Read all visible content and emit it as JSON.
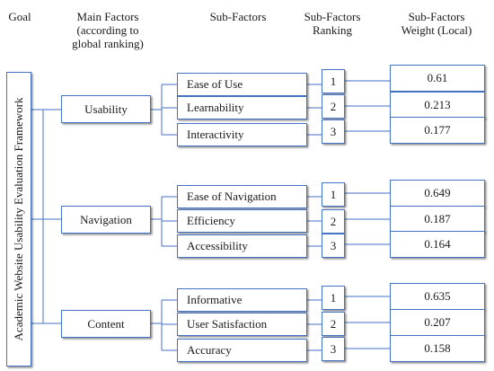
{
  "headers": {
    "goal": "Goal",
    "main_factors_1": "Main Factors",
    "main_factors_2": "(according to",
    "main_factors_3": "global ranking)",
    "sub_factors": "Sub-Factors",
    "ranking_1": "Sub-Factors",
    "ranking_2": "Ranking",
    "weight_1": "Sub-Factors",
    "weight_2": "Weight (Local)"
  },
  "goal": "Academic Website Usability Evaluation Framework",
  "factors": [
    {
      "name": "Usability",
      "subs": [
        {
          "name": "Ease of Use",
          "rank": "1",
          "weight": "0.61"
        },
        {
          "name": "Learnability",
          "rank": "2",
          "weight": "0.213"
        },
        {
          "name": "Interactivity",
          "rank": "3",
          "weight": "0.177"
        }
      ]
    },
    {
      "name": "Navigation",
      "subs": [
        {
          "name": "Ease of Navigation",
          "rank": "1",
          "weight": "0.649"
        },
        {
          "name": "Efficiency",
          "rank": "2",
          "weight": "0.187"
        },
        {
          "name": "Accessibility",
          "rank": "3",
          "weight": "0.164"
        }
      ]
    },
    {
      "name": "Content",
      "subs": [
        {
          "name": "Informative",
          "rank": "1",
          "weight": "0.635"
        },
        {
          "name": "User Satisfaction",
          "rank": "2",
          "weight": "0.207"
        },
        {
          "name": "Accuracy",
          "rank": "3",
          "weight": "0.158"
        }
      ]
    }
  ],
  "colors": {
    "border": "#4472c4",
    "line": "#4472c4"
  }
}
